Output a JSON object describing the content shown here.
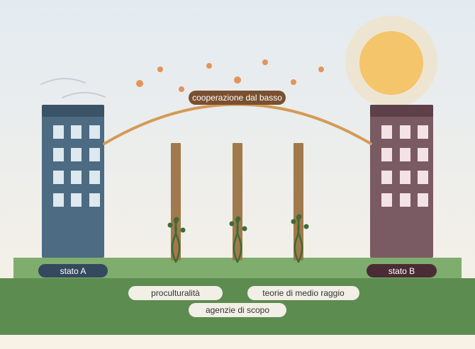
{
  "labels": {
    "bridge": "cooperazione dal basso",
    "state_a": "stato A",
    "state_b": "stato B",
    "concepts": [
      "proculturalità",
      "teorie di medio raggio",
      "agenzie di scopo"
    ]
  },
  "colors": {
    "sky_top": "#e3ebf1",
    "sky_bottom": "#f8f1e6",
    "ground_light": "#7ead6e",
    "ground_dark": "#5d8c50",
    "building_a": "#4d6b82",
    "building_a_roof": "#3a5366",
    "building_b": "#7a5a63",
    "building_b_roof": "#5d4049",
    "bridge": "#d49a55",
    "post": "#a07a4c",
    "vine": "#3f6b35",
    "sun": "#f5c56b",
    "sun_halo": "#ede5d2",
    "dots": "#e39459"
  }
}
